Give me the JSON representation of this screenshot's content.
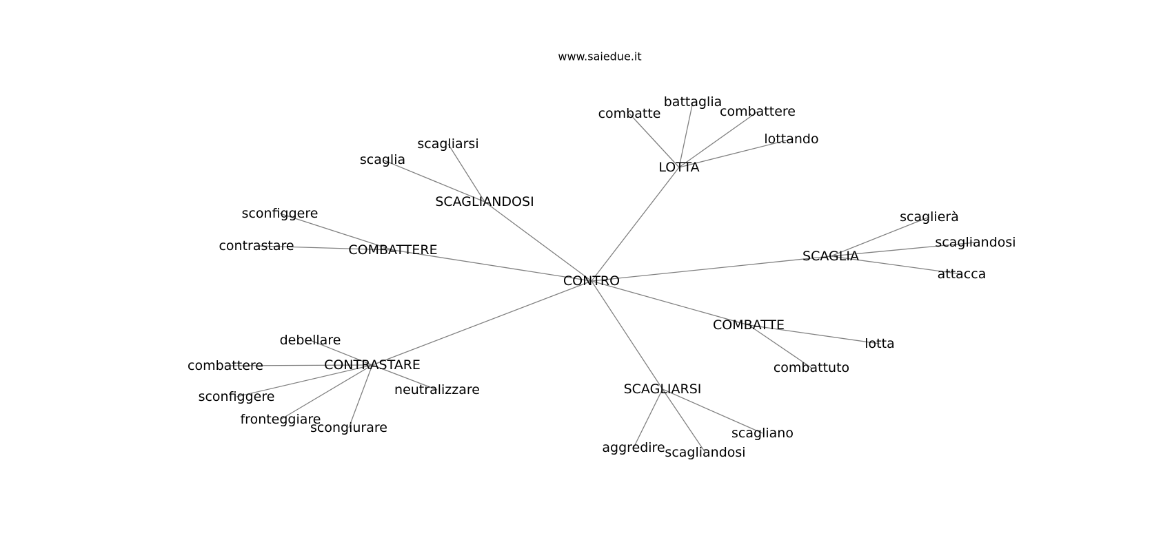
{
  "site": "www.saiedue.it",
  "graph": {
    "center": "CONTRO",
    "groups": [
      {
        "label": "LOTTA",
        "leaves": [
          "combatte",
          "battaglia",
          "combattere",
          "lottando"
        ]
      },
      {
        "label": "SCAGLIANDOSI",
        "leaves": [
          "scagliarsi",
          "scaglia"
        ]
      },
      {
        "label": "COMBATTERE",
        "leaves": [
          "sconfiggere",
          "contrastare"
        ]
      },
      {
        "label": "SCAGLIA",
        "leaves": [
          "scaglierà",
          "scagliandosi",
          "attacca"
        ]
      },
      {
        "label": "COMBATTE",
        "leaves": [
          "lotta",
          "combattuto"
        ]
      },
      {
        "label": "CONTRASTARE",
        "leaves": [
          "debellare",
          "combattere",
          "sconfiggere",
          "fronteggiare",
          "scongiurare",
          "neutralizzare"
        ]
      },
      {
        "label": "SCAGLIARSI",
        "leaves": [
          "aggredire",
          "scagliandosi",
          "scagliano"
        ]
      }
    ]
  }
}
